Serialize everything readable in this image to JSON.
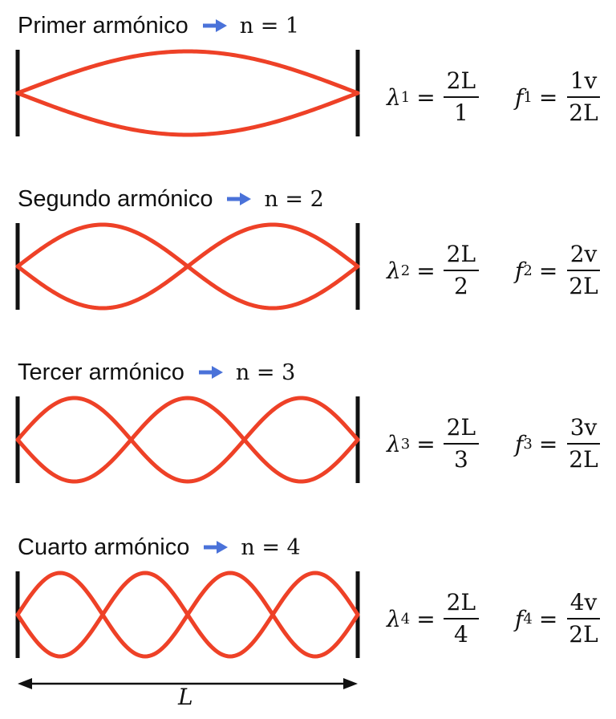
{
  "colors": {
    "wave": "#ee4127",
    "arrow": "#4a72d9",
    "wall": "#111111",
    "text": "#111111"
  },
  "harmonics": [
    {
      "title": "Primer armónico",
      "arrow_icon": "right-arrow-icon",
      "n_label": "n = 1",
      "n": 1,
      "lambda": {
        "symbol": "λ",
        "sub": "1",
        "num": "2L",
        "den": "1"
      },
      "freq": {
        "symbol": "f",
        "sub": "1",
        "num": "1v",
        "den": "2L"
      }
    },
    {
      "title": "Segundo armónico",
      "arrow_icon": "right-arrow-icon",
      "n_label": "n = 2",
      "n": 2,
      "lambda": {
        "symbol": "λ",
        "sub": "2",
        "num": "2L",
        "den": "2"
      },
      "freq": {
        "symbol": "f",
        "sub": "2",
        "num": "2v",
        "den": "2L"
      }
    },
    {
      "title": "Tercer armónico",
      "arrow_icon": "right-arrow-icon",
      "n_label": "n = 3",
      "n": 3,
      "lambda": {
        "symbol": "λ",
        "sub": "3",
        "num": "2L",
        "den": "3"
      },
      "freq": {
        "symbol": "f",
        "sub": "3",
        "num": "3v",
        "den": "2L"
      }
    },
    {
      "title": "Cuarto armónico",
      "arrow_icon": "right-arrow-icon",
      "n_label": "n = 4",
      "n": 4,
      "lambda": {
        "symbol": "λ",
        "sub": "4",
        "num": "2L",
        "den": "4"
      },
      "freq": {
        "symbol": "f",
        "sub": "4",
        "num": "4v",
        "den": "2L"
      }
    }
  ],
  "length_label": "L"
}
